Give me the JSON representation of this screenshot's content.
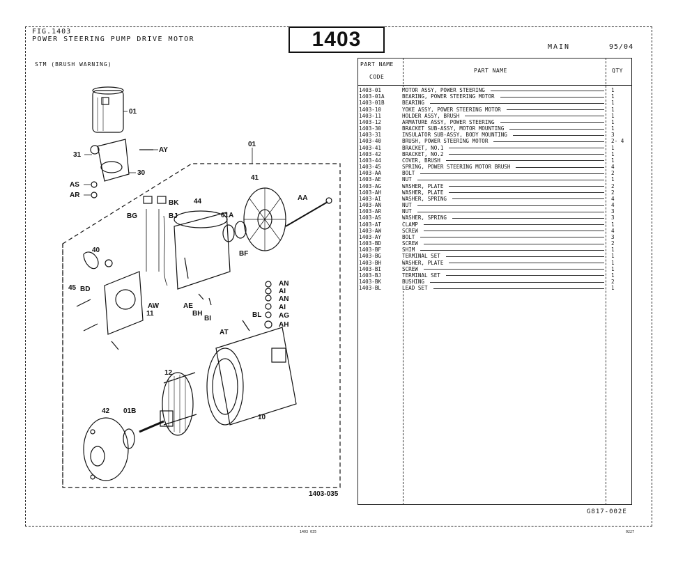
{
  "header": {
    "fig_no": "FIG.1403",
    "fig_title": "POWER STEERING PUMP DRIVE MOTOR",
    "fig_box": "1403",
    "section": "MAIN",
    "date": "95/04",
    "note": "STM (BRUSH WARNING)"
  },
  "diagram": {
    "drawing_no": "1403-035",
    "callouts": [
      "01",
      "31",
      "AY",
      "30",
      "AS",
      "AR",
      "01",
      "41",
      "AA",
      "BK",
      "BG",
      "BJ",
      "44",
      "01A",
      "BF",
      "40",
      "BD",
      "45",
      "AN",
      "AI",
      "AN",
      "AI",
      "AG",
      "AH",
      "BL",
      "AT",
      "AE",
      "BH",
      "BI",
      "AW",
      "11",
      "12",
      "10",
      "42",
      "01B"
    ]
  },
  "table": {
    "headers": {
      "part_name_code_1": "PART NAME",
      "part_name_code_2": "CODE",
      "part_name": "PART NAME",
      "qty": "QTY"
    },
    "rows": [
      {
        "code": "1403-01",
        "name": "MOTOR ASSY, POWER STEERING",
        "qty": "1"
      },
      {
        "code": "1403-01A",
        "name": "BEARING, POWER STEERING MOTOR",
        "qty": "1"
      },
      {
        "code": "1403-01B",
        "name": "BEARING",
        "qty": "1"
      },
      {
        "code": "1403-10",
        "name": "YOKE ASSY, POWER STEERING MOTOR",
        "qty": "1"
      },
      {
        "code": "1403-11",
        "name": "HOLDER ASSY, BRUSH",
        "qty": "1"
      },
      {
        "code": "1403-12",
        "name": "ARMATURE ASSY, POWER STEERING",
        "qty": "1"
      },
      {
        "code": "1403-30",
        "name": "BRACKET SUB-ASSY, MOTOR MOUNTING",
        "qty": "1"
      },
      {
        "code": "1403-31",
        "name": "INSULATOR SUB-ASSY, BODY MOUNTING",
        "qty": "3"
      },
      {
        "code": "1403-40",
        "name": "BRUSH, POWER STEERING MOTOR",
        "qty": "2- 4"
      },
      {
        "code": "1403-41",
        "name": "BRACKET, NO.1",
        "qty": "1"
      },
      {
        "code": "1403-42",
        "name": "BRACKET, NO.2",
        "qty": "1"
      },
      {
        "code": "1403-44",
        "name": "COVER, BRUSH",
        "qty": "1"
      },
      {
        "code": "1403-45",
        "name": "SPRING, POWER STEERING MOTOR BRUSH",
        "qty": "4"
      },
      {
        "code": "1403-AA",
        "name": "BOLT",
        "qty": "2"
      },
      {
        "code": "1403-AE",
        "name": "NUT",
        "qty": "1"
      },
      {
        "code": "1403-AG",
        "name": "WASHER, PLATE",
        "qty": "2"
      },
      {
        "code": "1403-AH",
        "name": "WASHER, PLATE",
        "qty": "2"
      },
      {
        "code": "1403-AI",
        "name": "WASHER, SPRING",
        "qty": "4"
      },
      {
        "code": "1403-AN",
        "name": "NUT",
        "qty": "4"
      },
      {
        "code": "1403-AR",
        "name": "NUT",
        "qty": "3"
      },
      {
        "code": "1403-AS",
        "name": "WASHER, SPRING",
        "qty": "3"
      },
      {
        "code": "1403-AT",
        "name": "CLAMP",
        "qty": "1"
      },
      {
        "code": "1403-AW",
        "name": "SCREW",
        "qty": "4"
      },
      {
        "code": "1403-AY",
        "name": "BOLT",
        "qty": "3"
      },
      {
        "code": "1403-BD",
        "name": "SCREW",
        "qty": "2"
      },
      {
        "code": "1403-BF",
        "name": "SHIM",
        "qty": "1"
      },
      {
        "code": "1403-BG",
        "name": "TERMINAL SET",
        "qty": "1"
      },
      {
        "code": "1403-BH",
        "name": "WASHER, PLATE",
        "qty": "1"
      },
      {
        "code": "1403-BI",
        "name": "SCREW",
        "qty": "1"
      },
      {
        "code": "1403-BJ",
        "name": "TERMINAL SET",
        "qty": "1"
      },
      {
        "code": "1403-BK",
        "name": "BUSHING",
        "qty": "2"
      },
      {
        "code": "1403-BL",
        "name": "LEAD SET",
        "qty": "1"
      }
    ]
  },
  "footer": {
    "catalog_code": "G817-002E",
    "page_ref_left": "1403   035",
    "page_ref_right": "0227"
  }
}
